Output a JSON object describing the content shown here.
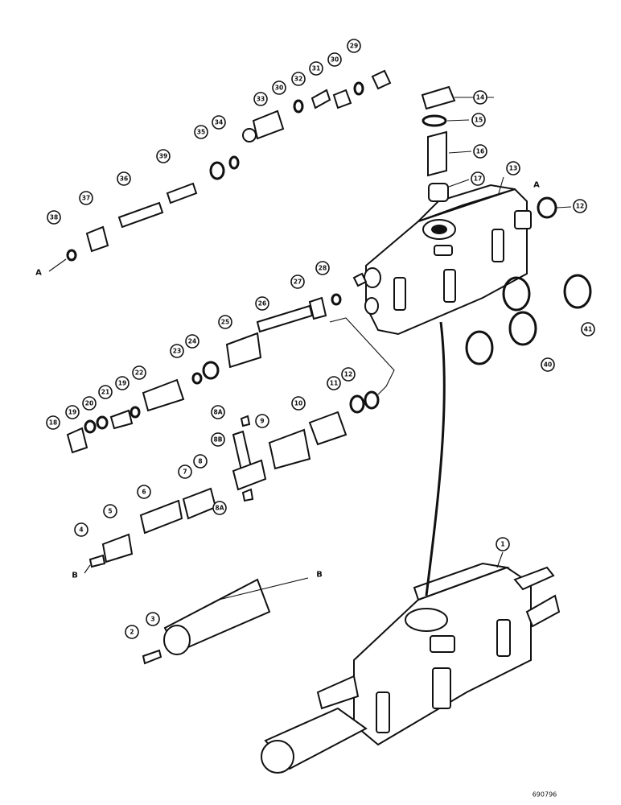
{
  "callouts": {
    "c1": "1",
    "c2": "2",
    "c3": "3",
    "c4": "4",
    "c5": "5",
    "c6": "6",
    "c7": "7",
    "c8": "8",
    "c8A_top": "8A",
    "c8B": "8B",
    "c8A_bottom": "8A",
    "c9": "9",
    "c10": "10",
    "c11": "11",
    "c12_lower": "12",
    "c12_upper": "12",
    "c13": "13",
    "c14": "14",
    "c15": "15",
    "c16": "16",
    "c17": "17",
    "c18": "18",
    "c19": "19",
    "c20": "20",
    "c21": "21",
    "c19b": "19",
    "c22": "22",
    "c23": "23",
    "c24": "24",
    "c25": "25",
    "c26": "26",
    "c27": "27",
    "c28_mid": "28",
    "c29": "29",
    "c30a": "30",
    "c31": "31",
    "c32": "32",
    "c30b": "30",
    "c33": "33",
    "c34": "34",
    "c35": "35",
    "c39": "39",
    "c36": "36",
    "c37": "37",
    "c38": "38",
    "c40": "40",
    "c41": "41"
  },
  "reference_letters": {
    "a_left": "A",
    "a_right": "A",
    "b_left": "B",
    "b_right": "B"
  },
  "drawing_number": "690796"
}
